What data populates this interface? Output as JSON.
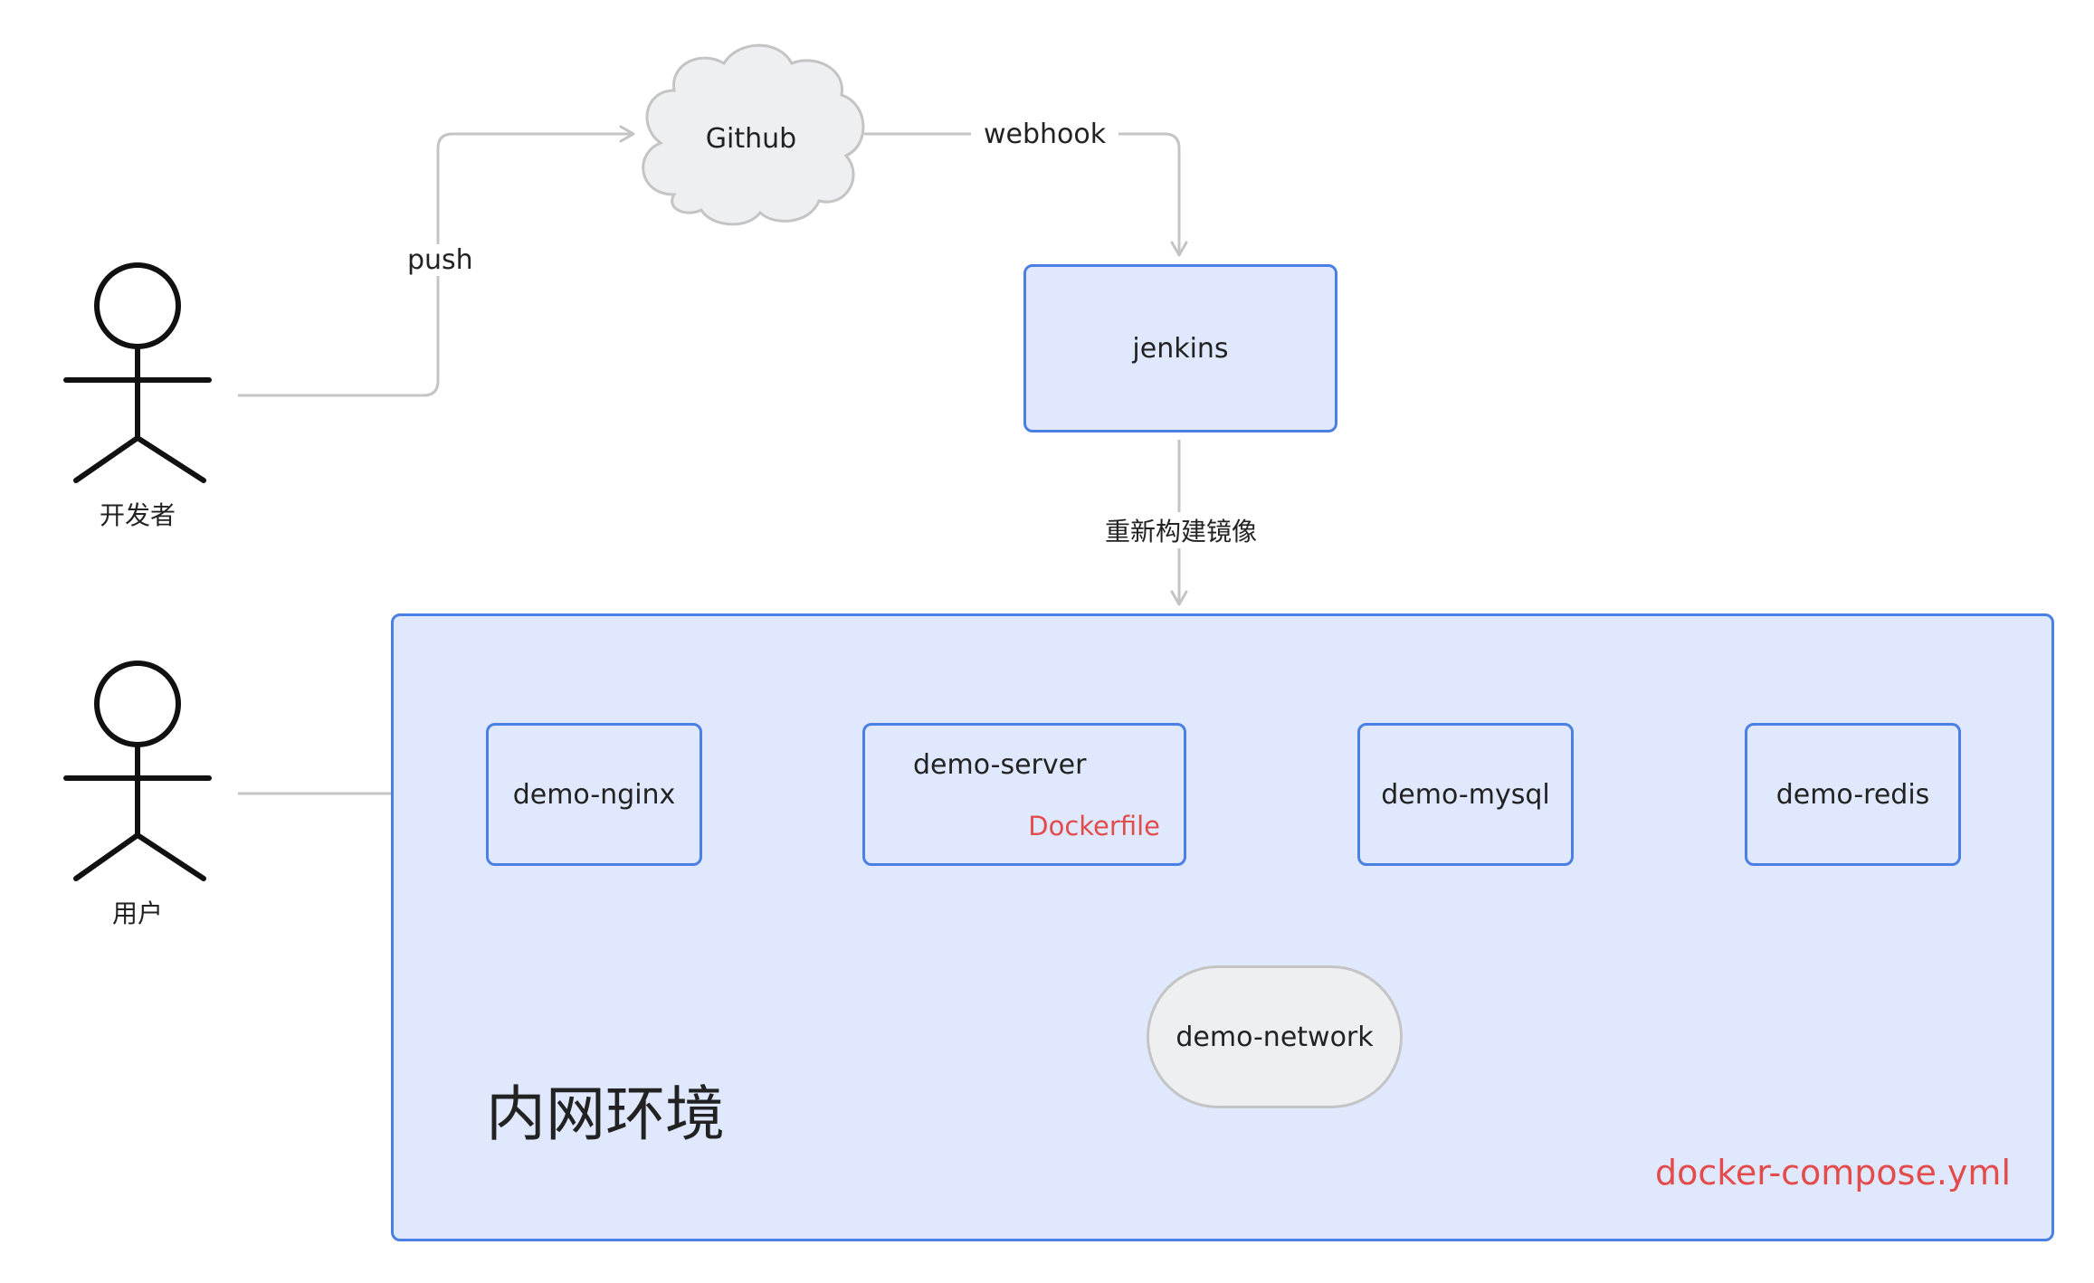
{
  "actors": {
    "developer": "开发者",
    "user": "用户"
  },
  "nodes": {
    "github": "Github",
    "jenkins": "jenkins",
    "nginx": "demo-nginx",
    "server": "demo-server",
    "server_note": "Dockerfile",
    "mysql": "demo-mysql",
    "redis": "demo-redis",
    "network": "demo-network"
  },
  "edges": {
    "push": "push",
    "webhook": "webhook",
    "rebuild": "重新构建镜像"
  },
  "environment": {
    "title": "内网环境",
    "compose_file": "docker-compose.yml"
  },
  "colors": {
    "box_fill": "#dfe8fc",
    "box_border": "#4a7fe4",
    "connector": "#c4c4c4",
    "highlight_text": "#e44b4b"
  }
}
